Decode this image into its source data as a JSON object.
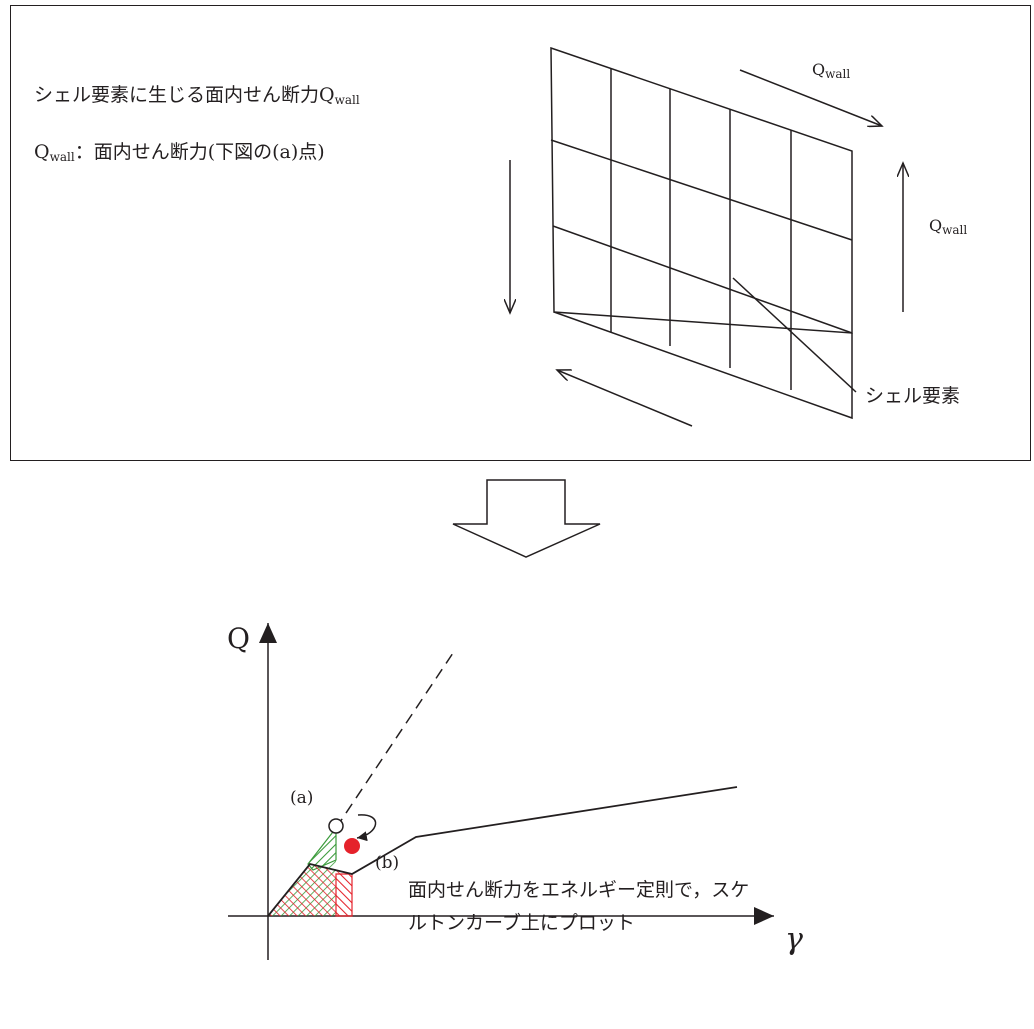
{
  "top_panel": {
    "line1_prefix": "シェル要素に生じる面内せん断力Q",
    "line1_sub": "wall",
    "line2_Q": "Q",
    "line2_sub": "wall",
    "line2_rest": "：面内せん断力(下図の(a)点)",
    "arrow_label_top": "Q",
    "arrow_label_top_sub": "wall",
    "arrow_label_right": "Q",
    "arrow_label_right_sub": "wall",
    "shell_element_label": "シェル要素"
  },
  "graph": {
    "y_axis_label": "Q",
    "x_axis_label": "γ",
    "point_a_label": "(a)",
    "point_b_label": "(b)",
    "caption_line1": "面内せん断力をエネルギー定則で，スケ",
    "caption_line2": "ルトンカーブ上にプロット"
  },
  "colors": {
    "line": "#231f20",
    "green_hatch": "#3a9a3a",
    "red_hatch": "#e5222b",
    "point_b_fill": "#e5222b"
  }
}
